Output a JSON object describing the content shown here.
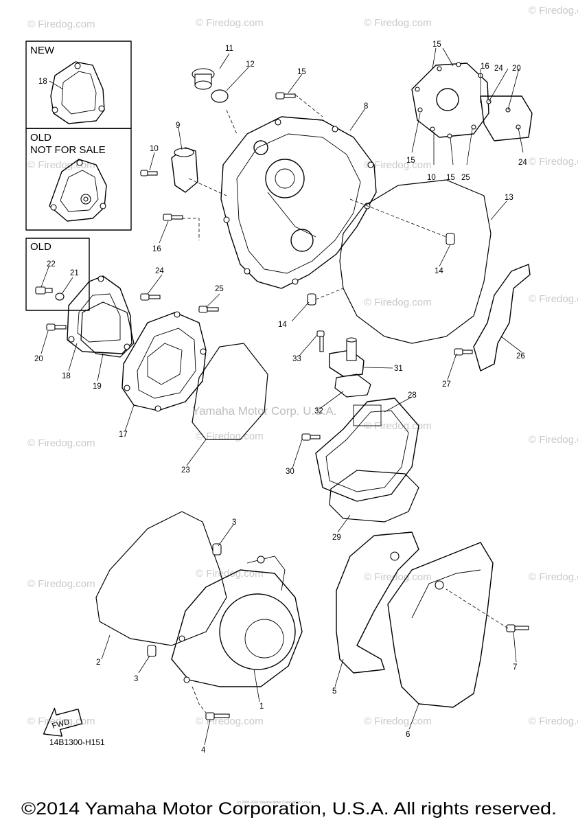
{
  "diagram": {
    "watermark": "© Firedog.com",
    "center_watermark": "Yamaha Motor Corp. U.S.A.",
    "drawing_code": "14B1300-H151",
    "fwd_label": "FWD",
    "tiny_credit": "(c) 2005-2016 Yamaha Motor Corporation, U.S.A.",
    "copyright": "©2014 Yamaha Motor Corporation, U.S.A. All rights reserved.",
    "boxes": {
      "new_label": "NEW",
      "old_label_1": "OLD",
      "old_label_2": "NOT FOR SALE",
      "old_small_label": "OLD"
    },
    "callouts": {
      "c1": "1",
      "c2": "2",
      "c3a": "3",
      "c3b": "3",
      "c4": "4",
      "c5": "5",
      "c6": "6",
      "c7": "7",
      "c8": "8",
      "c9": "9",
      "c10a": "10",
      "c10b": "10",
      "c11": "11",
      "c12": "12",
      "c13": "13",
      "c14a": "14",
      "c14b": "14",
      "c15a": "15",
      "c15b": "15",
      "c15c": "15",
      "c15d": "15",
      "c16a": "16",
      "c16b": "16",
      "c17": "17",
      "c18a": "18",
      "c18b": "18",
      "c19": "19",
      "c20a": "20",
      "c20b": "20",
      "c21": "21",
      "c22": "22",
      "c23": "23",
      "c24a": "24",
      "c24b": "24",
      "c24c": "24",
      "c25a": "25",
      "c25b": "25",
      "c26": "26",
      "c27": "27",
      "c28": "28",
      "c29": "29",
      "c30": "30",
      "c31": "31",
      "c32": "32",
      "c33": "33"
    }
  }
}
